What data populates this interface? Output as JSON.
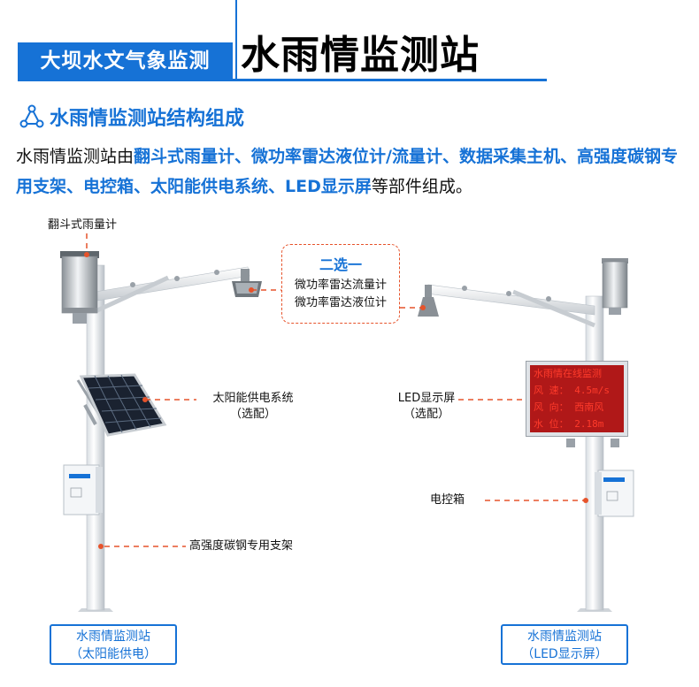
{
  "header": {
    "badge": "大坝水文气象监测",
    "title": "水雨情监测站"
  },
  "section": {
    "title": "水雨情监测站结构组成",
    "icon": "triangle-circles-icon"
  },
  "paragraph": {
    "pre": "水雨情监测站由",
    "components": "翻斗式雨量计、微功率雷达液位计/流量计、数据采集主机、高强度碳钢专用支架、电控箱、太阳能供电系统、LED显示屏",
    "post": "等部件组成。"
  },
  "labels": {
    "rain_gauge": "翻斗式雨量计",
    "choose_one": "二选一",
    "radar_flow": "微功率雷达流量计",
    "radar_level": "微功率雷达液位计",
    "solar": "太阳能供电系统",
    "solar_opt": "（选配）",
    "led": "LED显示屏",
    "led_opt": "（选配）",
    "control_box": "电控箱",
    "bracket": "高强度碳钢专用支架"
  },
  "led_screen": {
    "line1": "水雨情在线监测",
    "line2": "风  速： 4.5m/s",
    "line3": "风  向： 西南风",
    "line4": "水  位： 2.18m"
  },
  "captions": {
    "left_1": "水雨情监测站",
    "left_2": "（太阳能供电）",
    "right_1": "水雨情监测站",
    "right_2": "（LED显示屏）"
  },
  "colors": {
    "accent": "#1672d6",
    "leader": "#e6532b",
    "led_bg": "#b01818"
  }
}
